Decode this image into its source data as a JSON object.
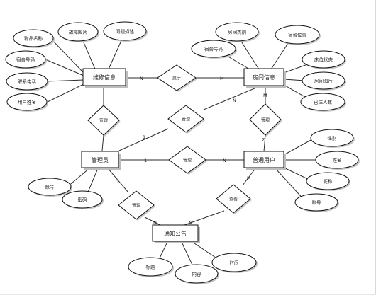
{
  "diagram": {
    "entities": {
      "repair": "维修信息",
      "room": "房间信息",
      "admin": "管理员",
      "user": "普通用户",
      "notice": "通知公告"
    },
    "relationships": {
      "belongs": "属于",
      "manage_repair": "管理",
      "manage_room": "管理",
      "manage_user": "管理",
      "manage_notice": "管理",
      "room_user": "管理",
      "view": "查看"
    },
    "attributes": {
      "item_name": "物品名称",
      "fault_image": "故障图片",
      "problem_desc": "问题描述",
      "repair_dorm_no": "宿舍号码",
      "contact_phone": "联系电话",
      "user_name_repair": "用户姓名",
      "room_type": "房间类别",
      "room_dorm_no": "宿舍号码",
      "dorm_location": "宿舍位置",
      "bed_status": "床位状态",
      "room_image": "房间图片",
      "occupants": "已住人数",
      "admin_account": "账号",
      "admin_password": "密码",
      "gender": "性别",
      "name": "姓名",
      "nickname": "昵称",
      "user_account": "账号",
      "title": "标题",
      "content": "内容",
      "time": "时间"
    },
    "cardinalities": {
      "repair_belongs": "N",
      "belongs_room": "M",
      "admin_room": "1",
      "room_admin": "N",
      "admin_user": "1",
      "user_admin": "N",
      "room_user_top": "M",
      "room_user_bottom": "Z",
      "admin_notice_top": "1",
      "admin_notice_bottom": "N",
      "user_notice_top": "M",
      "user_notice_bottom": "N"
    }
  }
}
